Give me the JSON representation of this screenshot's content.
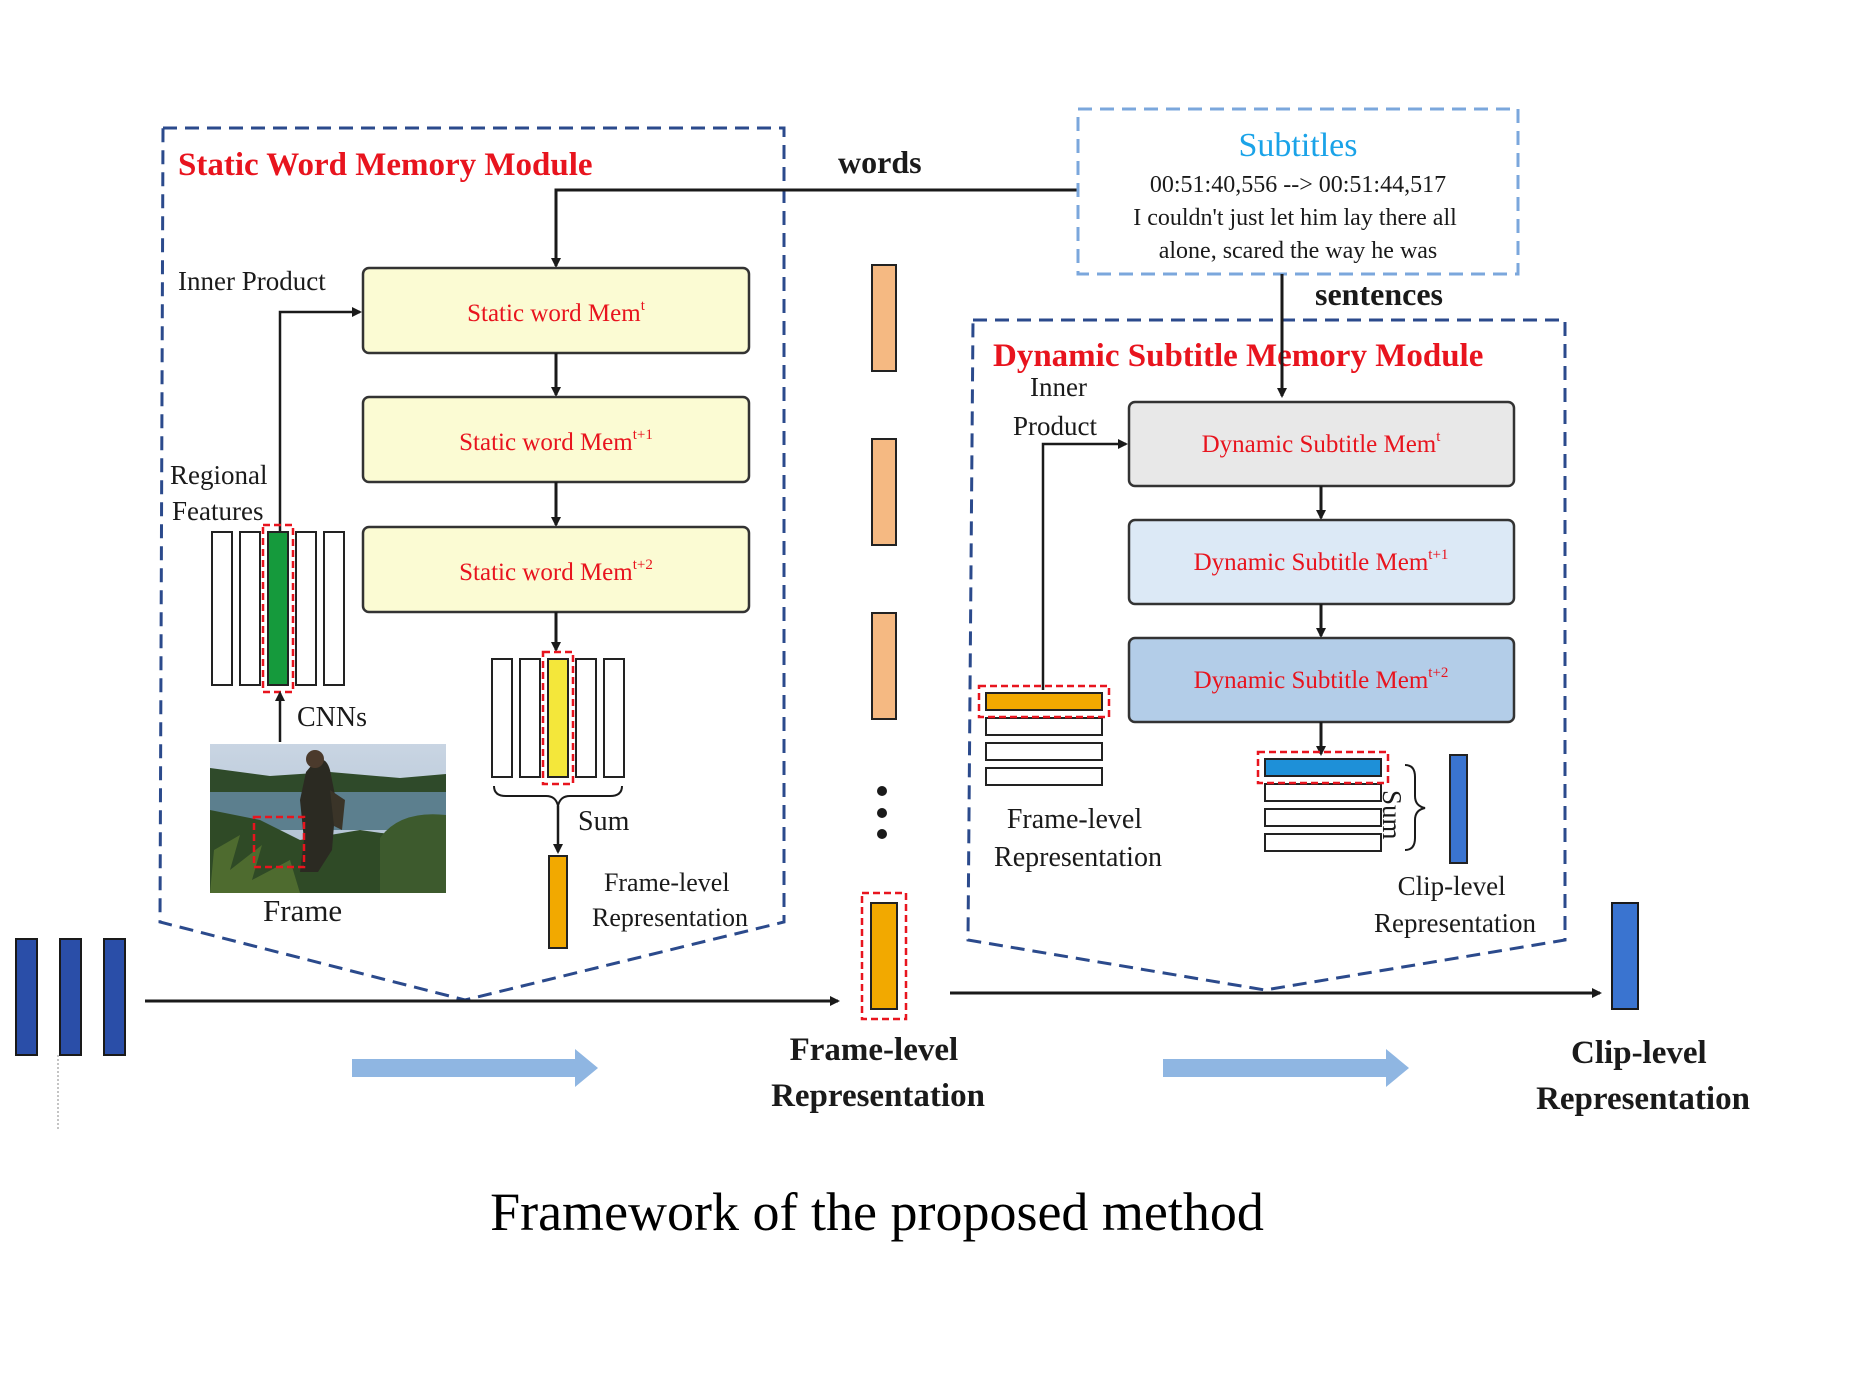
{
  "caption": "Framework of the proposed method",
  "static_module": {
    "title": "Static Word Memory Module",
    "inner_product": "Inner Product",
    "regional_features_line1": "Regional",
    "regional_features_line2": "Features",
    "cnns": "CNNs",
    "frame": "Frame",
    "sum": "Sum",
    "frame_level_line1": "Frame-level",
    "frame_level_line2": "Representation",
    "mem": [
      {
        "base": "Static word Mem",
        "sup": "t"
      },
      {
        "base": "Static word Mem",
        "sup": "t+1"
      },
      {
        "base": "Static word Mem",
        "sup": "t+2"
      }
    ]
  },
  "subtitles": {
    "title": "Subtitles",
    "timestamp": "00:51:40,556 --> 00:51:44,517",
    "line1": "I couldn't just let him lay there all",
    "line2": "alone, scared the way he was"
  },
  "labels": {
    "words": "words",
    "sentences": "sentences",
    "frame_level_line1": "Frame-level",
    "frame_level_line2": "Representation",
    "clip_level_line1": "Clip-level",
    "clip_level_line2": "Representation"
  },
  "dynamic_module": {
    "title": "Dynamic Subtitle Memory Module",
    "inner_line1": "Inner",
    "inner_line2": "Product",
    "sum": "Sum",
    "frame_level_line1": "Frame-level",
    "frame_level_line2": "Representation",
    "clip_level_line1": "Clip-level",
    "clip_level_line2": "Representation",
    "mem": [
      {
        "base": "Dynamic Subtitle Mem",
        "sup": "t"
      },
      {
        "base": "Dynamic Subtitle Mem",
        "sup": "t+1"
      },
      {
        "base": "Dynamic Subtitle Mem",
        "sup": "t+2"
      }
    ]
  },
  "colors": {
    "module_border": "#2b4a8c",
    "subtitle_border": "#7ba7dc",
    "title_red": "#e8141e",
    "subtitles_title": "#1aa3e8",
    "static_mem_fill": "#fbfbd3",
    "dyn_mem_fill_1": "#e8e8e8",
    "dyn_mem_fill_2": "#dce9f6",
    "dyn_mem_fill_3": "#b3cde8",
    "peach_bar": "#f5b982",
    "orange_bar": "#f2a900",
    "green_feature": "#159a3c",
    "yellow_feature": "#f4e73a",
    "cyan_feature": "#1e90d8",
    "clip_bar": "#3a74d0",
    "video_bar": "#2a4ea8",
    "wide_arrow": "#8fb6e2"
  }
}
